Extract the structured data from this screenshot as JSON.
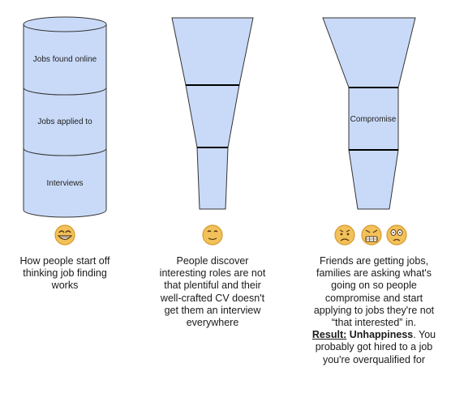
{
  "panels": [
    {
      "id": "start",
      "shape": "cylinder",
      "segments": [
        "Jobs found online",
        "Jobs applied to",
        "Interviews"
      ],
      "emoji": [
        "grinning-face"
      ],
      "caption": "How people start off thinking job finding works"
    },
    {
      "id": "discover",
      "shape": "funnel",
      "segments": [
        "",
        "",
        ""
      ],
      "emoji": [
        "neutral-face"
      ],
      "caption": "People discover interesting roles are not that plentiful and their well-crafted CV doesn't get them an interview everywhere"
    },
    {
      "id": "compromise",
      "shape": "funnel",
      "segments": [
        "",
        "Compromise",
        ""
      ],
      "emoji": [
        "sad-face",
        "grimacing-face",
        "worried-face"
      ],
      "caption_lead": "Friends are getting jobs, families are asking what's going on so people compromise and start applying to jobs they're not “that interested” in.",
      "result_label": "Result:",
      "result_value": "Unhappiness",
      "caption_tail": "You probably got hired to a job you're overqualified for"
    }
  ],
  "colors": {
    "shape_fill": "#c9daf8",
    "shape_stroke": "#000000",
    "emoji_face": "#f3c15a",
    "emoji_rim": "#d79a2a"
  }
}
